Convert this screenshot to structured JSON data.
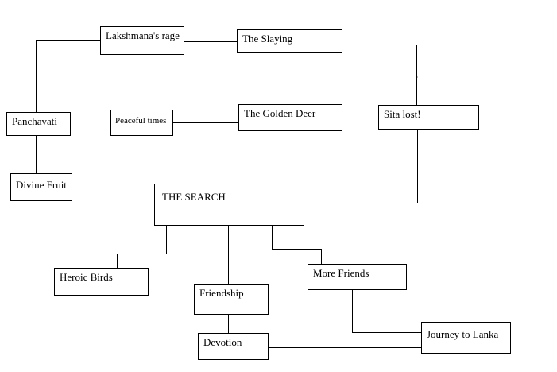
{
  "nodes": {
    "lakshmana": "Lakshmana's rage",
    "slaying": "The Slaying",
    "panchavati": "Panchavati",
    "peaceful": "Peaceful times",
    "golden_deer": "The Golden Deer",
    "sita_lost": "Sita lost!",
    "divine_fruit": "Divine Fruit",
    "search": "THE SEARCH",
    "heroic_birds": "Heroic Birds",
    "friendship": "Friendship",
    "more_friends": "More Friends",
    "devotion": "Devotion",
    "journey": "Journey to Lanka"
  },
  "colors": {
    "line": "#000000",
    "box_border": "#000000",
    "background": "#ffffff"
  }
}
